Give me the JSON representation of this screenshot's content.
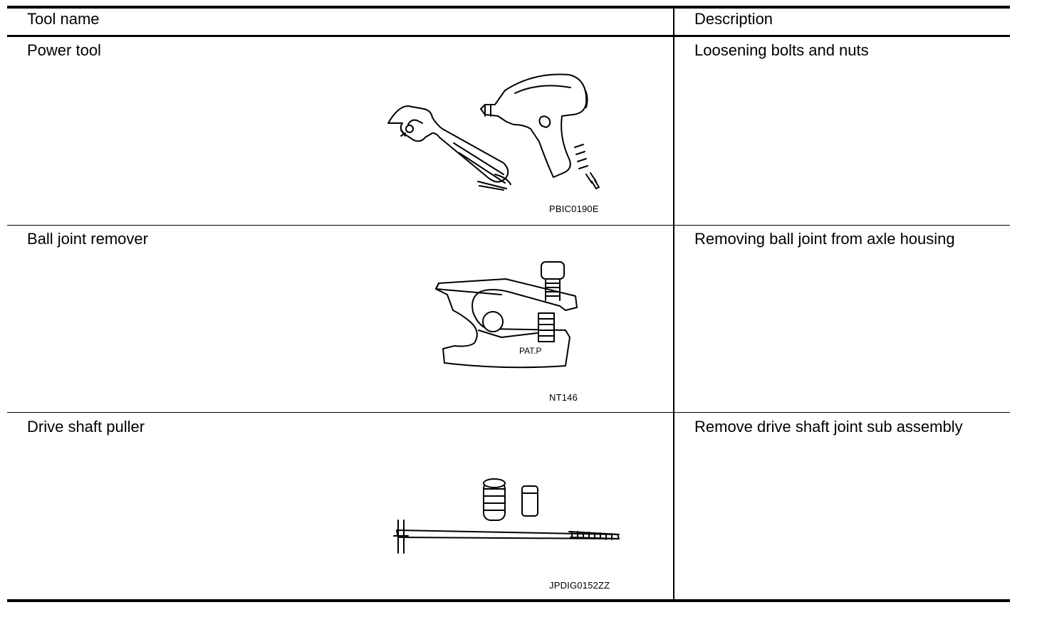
{
  "table": {
    "headers": {
      "tool_name": "Tool name",
      "description": "Description"
    },
    "rows": [
      {
        "tool_name": "Power tool",
        "description": "Loosening bolts and nuts",
        "figure_code": "PBIC0190E",
        "icons": [
          "ratchet-wrench-icon",
          "impact-wrench-icon"
        ]
      },
      {
        "tool_name": "Ball joint remover",
        "description": "Removing ball joint from axle housing",
        "figure_code": "NT146",
        "figure_label": "PAT.P",
        "icons": [
          "ball-joint-remover-icon"
        ]
      },
      {
        "tool_name": "Drive shaft puller",
        "description": "Remove drive shaft joint sub assembly",
        "figure_code": "JPDIG0152ZZ",
        "icons": [
          "drive-shaft-puller-icon"
        ]
      }
    ]
  }
}
